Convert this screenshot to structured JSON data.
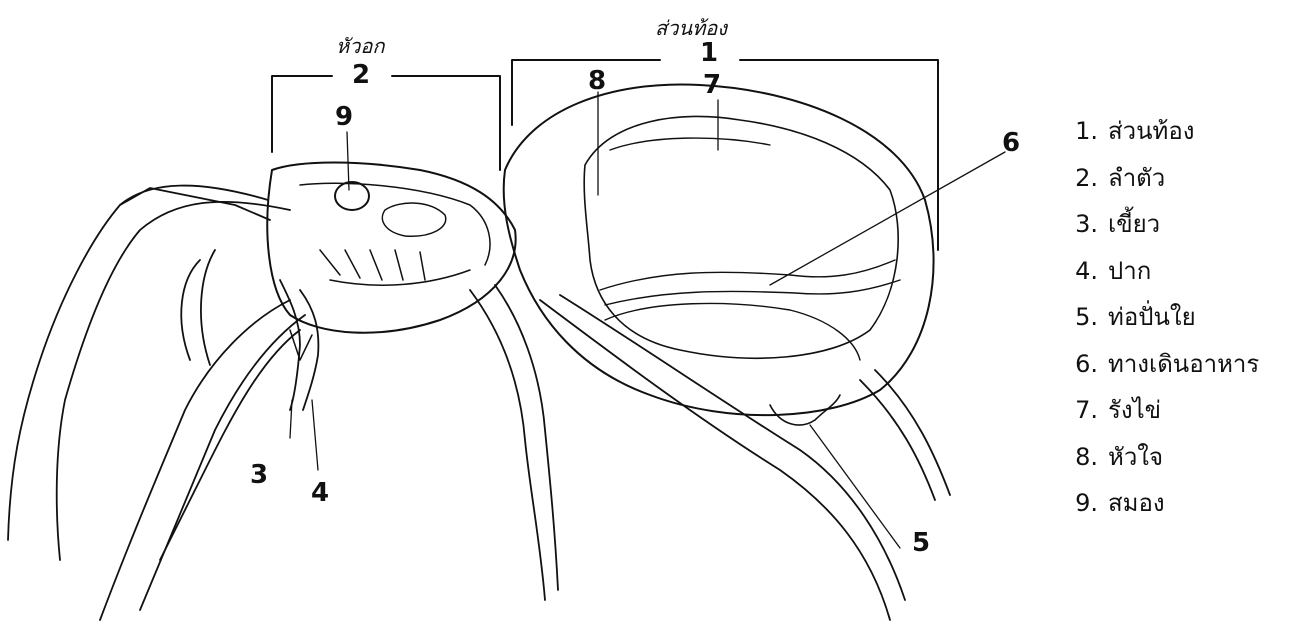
{
  "diagram": {
    "header_cephalothorax": "หัวอก",
    "header_abdomen": "ส่วนท้อง",
    "callouts": [
      "1",
      "2",
      "3",
      "4",
      "5",
      "6",
      "7",
      "8",
      "9"
    ]
  },
  "legend": [
    {
      "num": "1.",
      "label": "ส่วนท้อง"
    },
    {
      "num": "2.",
      "label": "ลำตัว"
    },
    {
      "num": "3.",
      "label": "เขี้ยว"
    },
    {
      "num": "4.",
      "label": "ปาก"
    },
    {
      "num": "5.",
      "label": "ท่อปั่นใย"
    },
    {
      "num": "6.",
      "label": "ทางเดินอาหาร"
    },
    {
      "num": "7.",
      "label": "รังไข่"
    },
    {
      "num": "8.",
      "label": "หัวใจ"
    },
    {
      "num": "9.",
      "label": "สมอง"
    }
  ]
}
